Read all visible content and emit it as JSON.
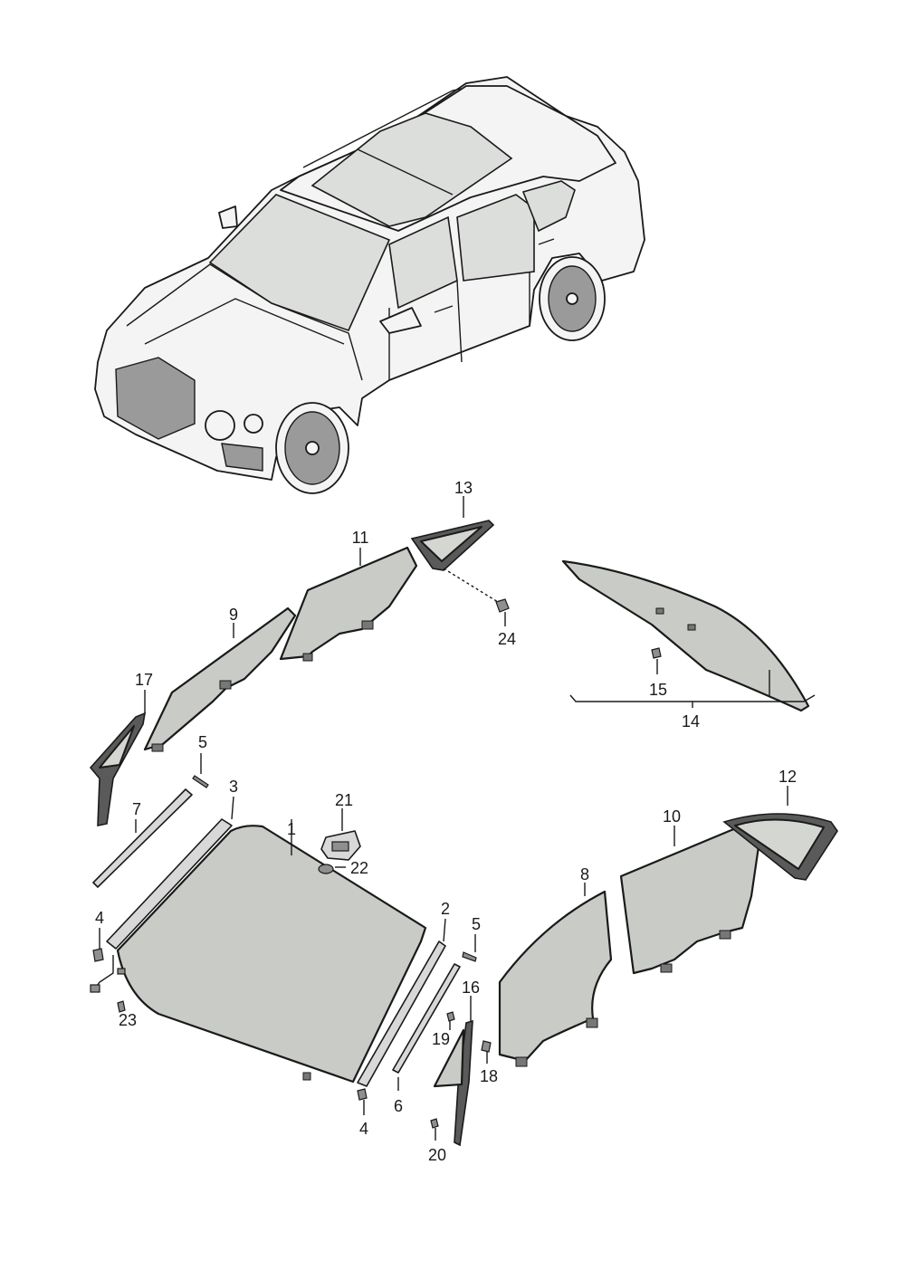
{
  "labels": {
    "l1": "1",
    "l2": "2",
    "l3": "3",
    "l4a": "4",
    "l4b": "4",
    "l5a": "5",
    "l5b": "5",
    "l6": "6",
    "l7": "7",
    "l8": "8",
    "l9": "9",
    "l10": "10",
    "l11": "11",
    "l12": "12",
    "l13": "13",
    "l14": "14",
    "l15": "15",
    "l16": "16",
    "l17": "17",
    "l18": "18",
    "l19": "19",
    "l20": "20",
    "l21": "21",
    "l22": "22",
    "l23": "23",
    "l24": "24"
  },
  "colors": {
    "glass": "#c9cbc6",
    "outline": "#1a1a1a",
    "background": "#ffffff"
  }
}
